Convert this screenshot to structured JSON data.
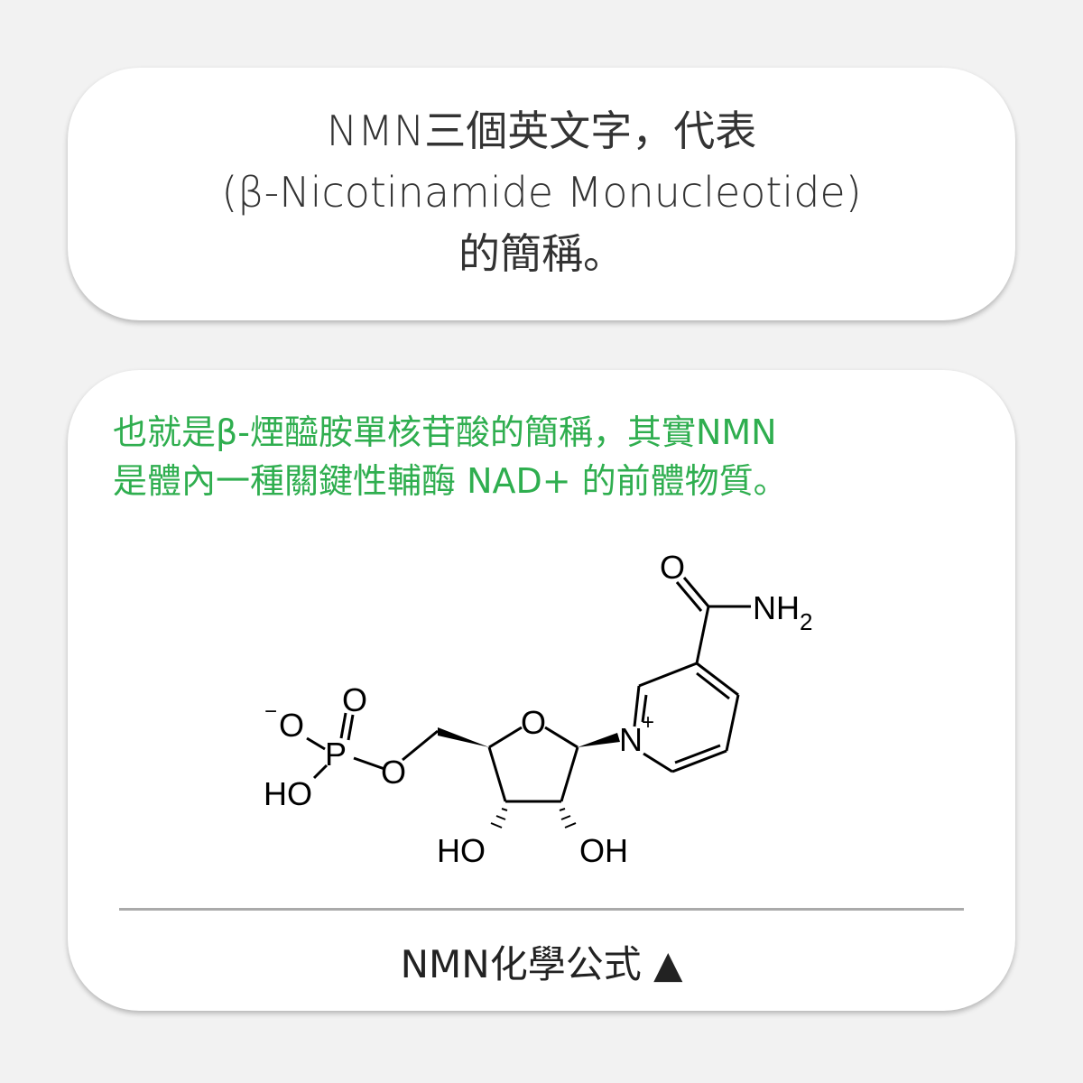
{
  "intro": {
    "line1": "NMN三個英文字，代表",
    "line2": "(β-Nicotinamide Monucleotide)",
    "line3": "的簡稱。"
  },
  "description": {
    "line1": "也就是β-煙醯胺單核苷酸的簡稱，其實NMN",
    "line2": "是體內一種關鍵性輔酶 NAD+ 的前體物質。"
  },
  "structure_labels": {
    "o_carbonyl": "O",
    "nh": "NH",
    "sub2": "2",
    "n": "N",
    "plus": "+",
    "o_ring": "O",
    "o_ester": "O",
    "p": "P",
    "o_double": "O",
    "o_minus": "O",
    "minus": "−",
    "ho_phosphate": "HO",
    "ho": "HO",
    "oh": "OH"
  },
  "caption": {
    "text": "NMN化學公式",
    "triangle": "▲"
  },
  "colors": {
    "accent_green": "#2fae4f"
  }
}
